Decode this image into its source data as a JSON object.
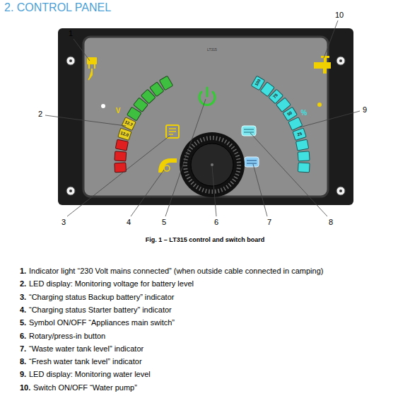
{
  "diagram": {
    "title": "2. CONTROL PANEL",
    "caption": "Fig. 1 – LT315 control and switch board",
    "labels": [
      "1",
      "2",
      "3",
      "4",
      "5",
      "6",
      "7",
      "8",
      "9",
      "10",
      "LT315",
      "V",
      "%",
      "12.7",
      "12.0",
      "100",
      "75",
      "50",
      "25",
      "1.",
      "Indicator light “230 Volt mains connected” (when outside cable connected in camping)",
      "2.",
      "LED display: Monitoring voltage for battery level",
      "3.",
      "“Charging status Backup battery” indicator",
      "4.",
      "“Charging status Starter battery” indicator",
      "5.",
      "Symbol ON/OFF “Appliances main switch”",
      "6.",
      "Rotary/press-in button",
      "7.",
      "“Waste water tank level” indicator",
      "8.",
      "“Fresh water tank level” indicator",
      "9.",
      "LED display: Monitoring water level",
      "10.",
      "Switch ON/OFF “Water pump”"
    ]
  }
}
